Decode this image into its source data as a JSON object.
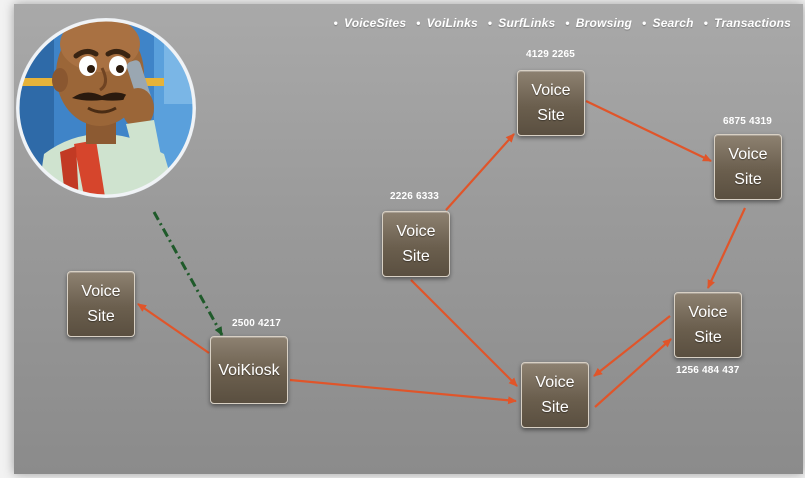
{
  "nav": [
    {
      "label": "VoiceSites"
    },
    {
      "label": "VoiLinks"
    },
    {
      "label": "SurfLinks"
    },
    {
      "label": "Browsing"
    },
    {
      "label": "Search"
    },
    {
      "label": "Transactions"
    }
  ],
  "nodes": {
    "vs_top": {
      "line1": "Voice",
      "line2": "Site",
      "number": "4129 2265"
    },
    "vs_right_top": {
      "line1": "Voice",
      "line2": "Site",
      "number": "6875 4319"
    },
    "vs_center": {
      "line1": "Voice",
      "line2": "Site",
      "number": "2226 6333"
    },
    "vs_left": {
      "line1": "Voice",
      "line2": "Site"
    },
    "vs_right_mid": {
      "line1": "Voice",
      "line2": "Site",
      "number": "1256 484 437"
    },
    "vs_bottom": {
      "line1": "Voice",
      "line2": "Site"
    },
    "kiosk": {
      "label": "VoiKiosk",
      "number": "2500 4217"
    }
  },
  "colors": {
    "arrow": "#e0552a",
    "phone_link": "#1f5a2a",
    "node_fill": "#6b5f4e",
    "background": "#9a9a9a"
  },
  "avatar": {
    "icon": "man-on-phone-cartoon-icon"
  }
}
